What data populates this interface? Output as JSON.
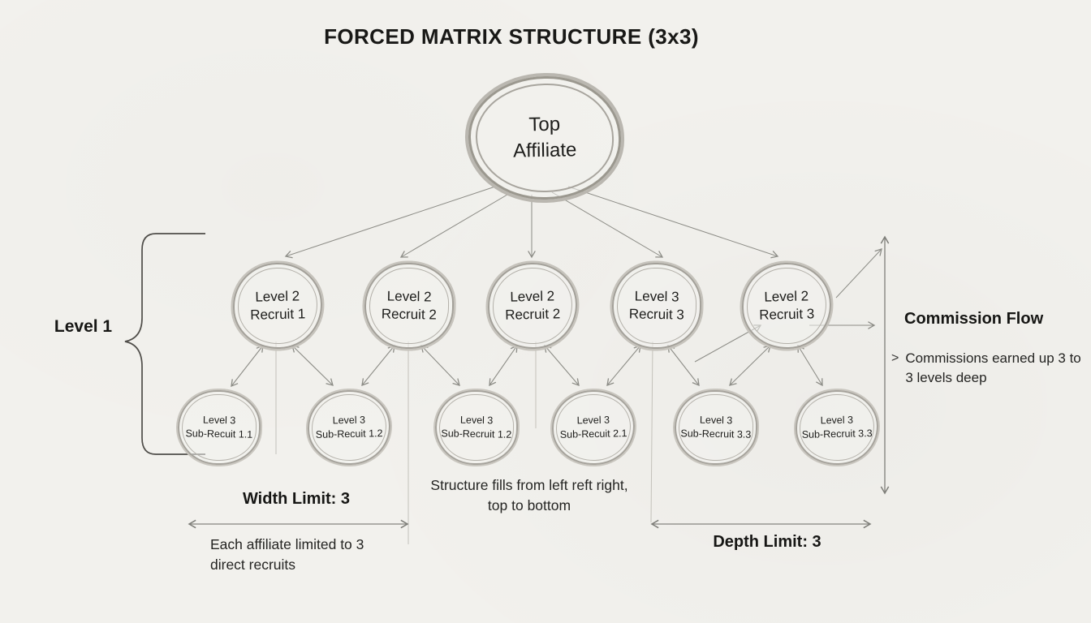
{
  "title": "FORCED MATRIX STRUCTURE (3x3)",
  "root_node": {
    "line1": "Top",
    "line2": "Affiliate"
  },
  "level2_nodes": [
    {
      "line1": "Level 2",
      "line2": "Recruit 1"
    },
    {
      "line1": "Level 2",
      "line2": "Recruit 2"
    },
    {
      "line1": "Level 2",
      "line2": "Recruit 2"
    },
    {
      "line1": "Level 3",
      "line2": "Recruit 3"
    },
    {
      "line1": "Level 2",
      "line2": "Recruit 3"
    }
  ],
  "level3_nodes": [
    {
      "line1": "Level 3",
      "line2": "Sub-Recuit 1.1"
    },
    {
      "line1": "Level 3",
      "line2": "Sub-Recuit 1.2"
    },
    {
      "line1": "Level 3",
      "line2": "Sub-Recruit 1.2"
    },
    {
      "line1": "Level 3",
      "line2": "Sub-Recuit 2.1"
    },
    {
      "line1": "Level 3",
      "line2": "Sub-Recruit 3.3"
    },
    {
      "line1": "Level 3",
      "line2": "Sub-Recruit 3.3"
    }
  ],
  "left_bracket": {
    "label": "Level 1"
  },
  "commission_flow": {
    "heading": "Commission Flow",
    "bullet": ">",
    "note_line1": "Commissions earned up 3",
    "note_line2": "to 3 levels deep"
  },
  "width_limit": {
    "label": "Width Limit: 3",
    "note_line1": "Each affiliate limited",
    "note_line2": "to 3 direct recruits"
  },
  "fill_note": {
    "line1": "Structure fills from left",
    "line2": "reft right, top to bottom"
  },
  "depth_limit": {
    "label": "Depth Limit: 3"
  },
  "colors": {
    "background": "#f2f1ed",
    "ink": "#222220",
    "circle_stroke": "#a3a099",
    "arrow": "#8d8d87",
    "faint_line": "#c3c1ba"
  }
}
